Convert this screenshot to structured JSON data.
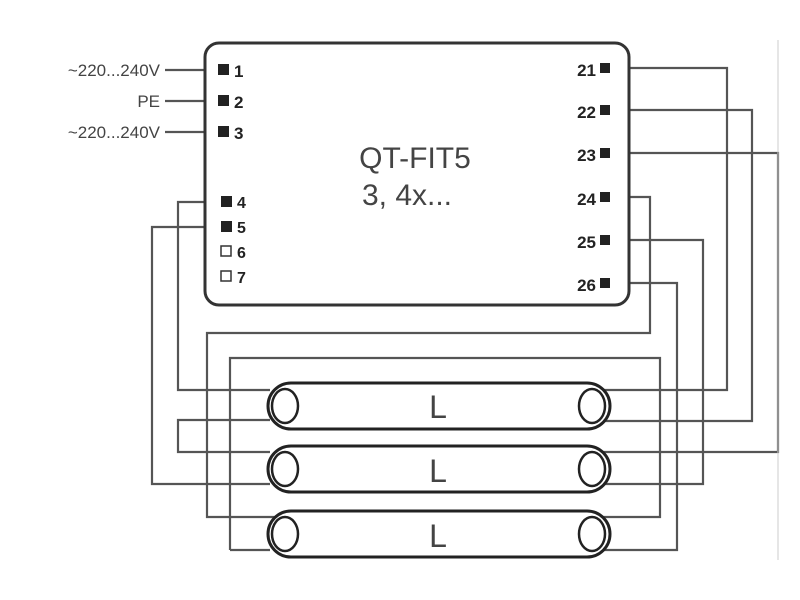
{
  "device": {
    "model": "QT-FIT5",
    "variant": "3, 4x..."
  },
  "supply_labels": {
    "line_1": "~220...240V",
    "earth": "PE",
    "line_3": "~220...240V"
  },
  "left_terminals": [
    "1",
    "2",
    "3",
    "4",
    "5",
    "6",
    "7"
  ],
  "right_terminals": [
    "21",
    "22",
    "23",
    "24",
    "25",
    "26"
  ],
  "lamps": [
    {
      "label": "L"
    },
    {
      "label": "L"
    },
    {
      "label": "L"
    }
  ],
  "colors": {
    "line": "#555555",
    "text": "#444444",
    "terminal_fill": "#222222",
    "background": "#ffffff"
  }
}
